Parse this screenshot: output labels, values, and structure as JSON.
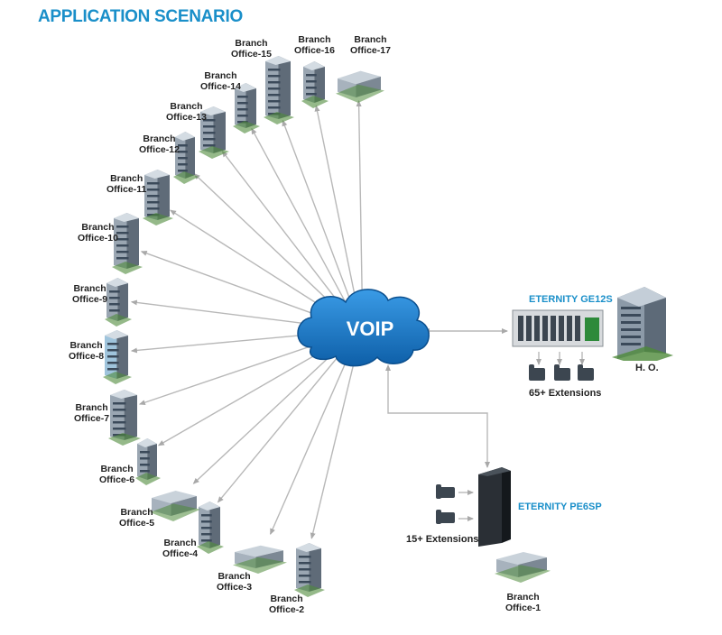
{
  "title": "APPLICATION SCENARIO",
  "hub_label": "VOIP",
  "colors": {
    "title": "#1a8fc9",
    "cloud": "#1273c4",
    "link": "#b8b8b8",
    "device_label": "#1a8fc9"
  },
  "branches": [
    {
      "id": "b1",
      "label": "Branch\nOffice-1"
    },
    {
      "id": "b2",
      "label": "Branch\nOffice-2"
    },
    {
      "id": "b3",
      "label": "Branch\nOffice-3"
    },
    {
      "id": "b4",
      "label": "Branch\nOffice-4"
    },
    {
      "id": "b5",
      "label": "Branch\nOffice-5"
    },
    {
      "id": "b6",
      "label": "Branch\nOffice-6"
    },
    {
      "id": "b7",
      "label": "Branch\nOffice-7"
    },
    {
      "id": "b8",
      "label": "Branch\nOffice-8"
    },
    {
      "id": "b9",
      "label": "Branch\nOffice-9"
    },
    {
      "id": "b10",
      "label": "Branch\nOffice-10"
    },
    {
      "id": "b11",
      "label": "Branch\nOffice-11"
    },
    {
      "id": "b12",
      "label": "Branch\nOffice-12"
    },
    {
      "id": "b13",
      "label": "Branch\nOffice-13"
    },
    {
      "id": "b14",
      "label": "Branch\nOffice-14"
    },
    {
      "id": "b15",
      "label": "Branch\nOffice-15"
    },
    {
      "id": "b16",
      "label": "Branch\nOffice-16"
    },
    {
      "id": "b17",
      "label": "Branch\nOffice-17"
    }
  ],
  "ho": {
    "label": "H. O.",
    "device": "ETERNITY GE12S",
    "extensions": "65+ Extensions"
  },
  "branch1_site": {
    "device": "ETERNITY PE6SP",
    "extensions": "15+ Extensions"
  }
}
